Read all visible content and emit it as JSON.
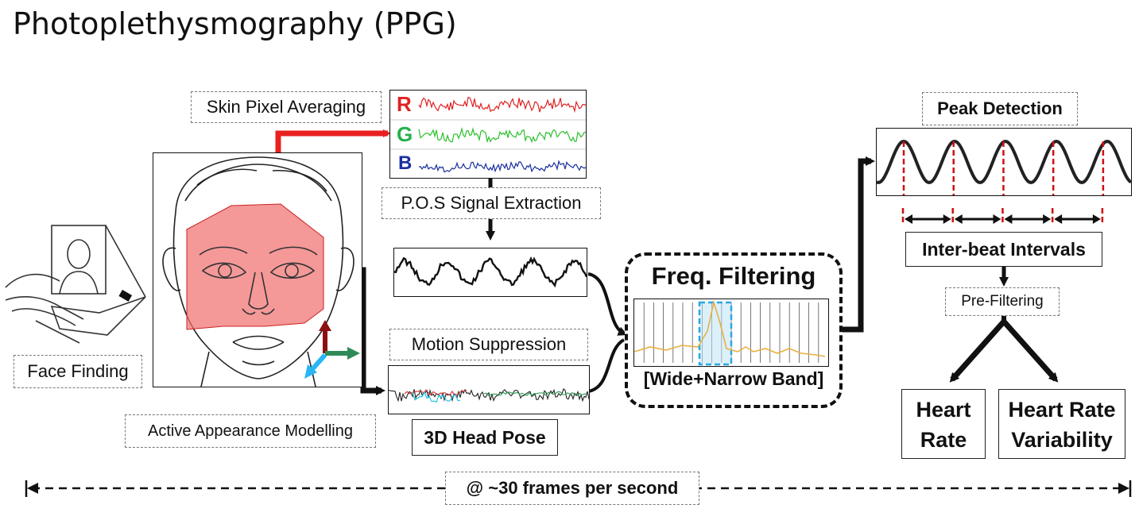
{
  "title": "Photoplethysmography (PPG)",
  "labels": {
    "skin_pixel_averaging": "Skin Pixel Averaging",
    "pos_signal_extraction": "P.O.S Signal Extraction",
    "motion_suppression": "Motion Suppression",
    "head_pose": "3D Head Pose",
    "face_finding": "Face Finding",
    "active_appearance": "Active Appearance Modelling",
    "freq_filtering": "Freq. Filtering",
    "band": "[Wide+Narrow Band]",
    "peak_detection": "Peak Detection",
    "inter_beat": "Inter-beat Intervals",
    "pre_filtering": "Pre-Filtering",
    "heart_rate_1": "Heart",
    "heart_rate_2": "Rate",
    "hrv_1": "Heart Rate",
    "hrv_2": "Variability",
    "fps": "@ ~30 frames per second"
  },
  "channels": [
    {
      "letter": "R",
      "color": "#e02020"
    },
    {
      "letter": "G",
      "color": "#22b14c"
    },
    {
      "letter": "B",
      "color": "#1a2fa0"
    }
  ],
  "colors": {
    "face_mask": "#f07070",
    "arrow_red": "#e82020",
    "peak_line": "#d01010",
    "filter_band": "#2aa8e0",
    "spectrum": "#e8b040",
    "axis_up": "#8b1010",
    "axis_right": "#2e8b57",
    "axis_diag": "#29b6f6"
  }
}
